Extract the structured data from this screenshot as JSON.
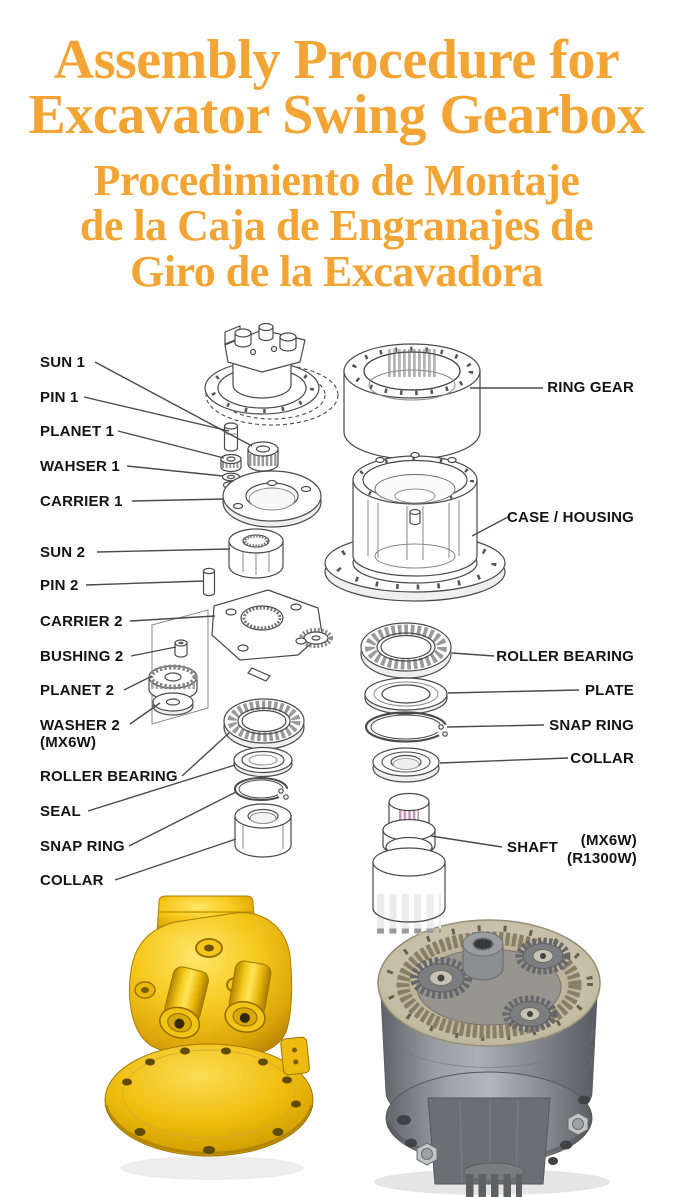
{
  "header": {
    "title_color": "#F2A434",
    "title_lines": [
      "Assembly Procedure for",
      "Excavator Swing Gearbox"
    ],
    "subtitle_lines": [
      "Procedimiento de Montaje",
      "de la Caja de Engranajes de",
      "Giro de la Excavadora"
    ]
  },
  "diagram": {
    "left_labels": [
      "SUN 1",
      "PIN 1",
      "PLANET 1",
      "WAHSER 1",
      "CARRIER 1",
      "SUN 2",
      "PIN 2",
      "CARRIER 2",
      "BUSHING 2",
      "PLANET 2",
      "WASHER 2",
      "ROLLER BEARING",
      "SEAL",
      "SNAP RING",
      "COLLAR"
    ],
    "left_note": "(MX6W)",
    "right_labels": [
      "RING GEAR",
      "CASE / HOUSING",
      "ROLLER BEARING",
      "PLATE",
      "SNAP RING",
      "COLLAR",
      "SHAFT"
    ],
    "right_notes": [
      "(MX6W)",
      "(R1300W)"
    ]
  },
  "figures": {
    "top_drawing": "swing-motor-exploded-line-drawing",
    "left_photo": "yellow-excavator-swing-motor-photo",
    "right_photo": "gray-swing-gearbox-planetary-gears-photo"
  },
  "colors": {
    "line_art": "#4a4a4a",
    "label_text": "#141414",
    "motor_yellow": "#F2C511",
    "gearbox_gray": "#8A8D91",
    "gear_face_beige": "#C5BCA4"
  }
}
